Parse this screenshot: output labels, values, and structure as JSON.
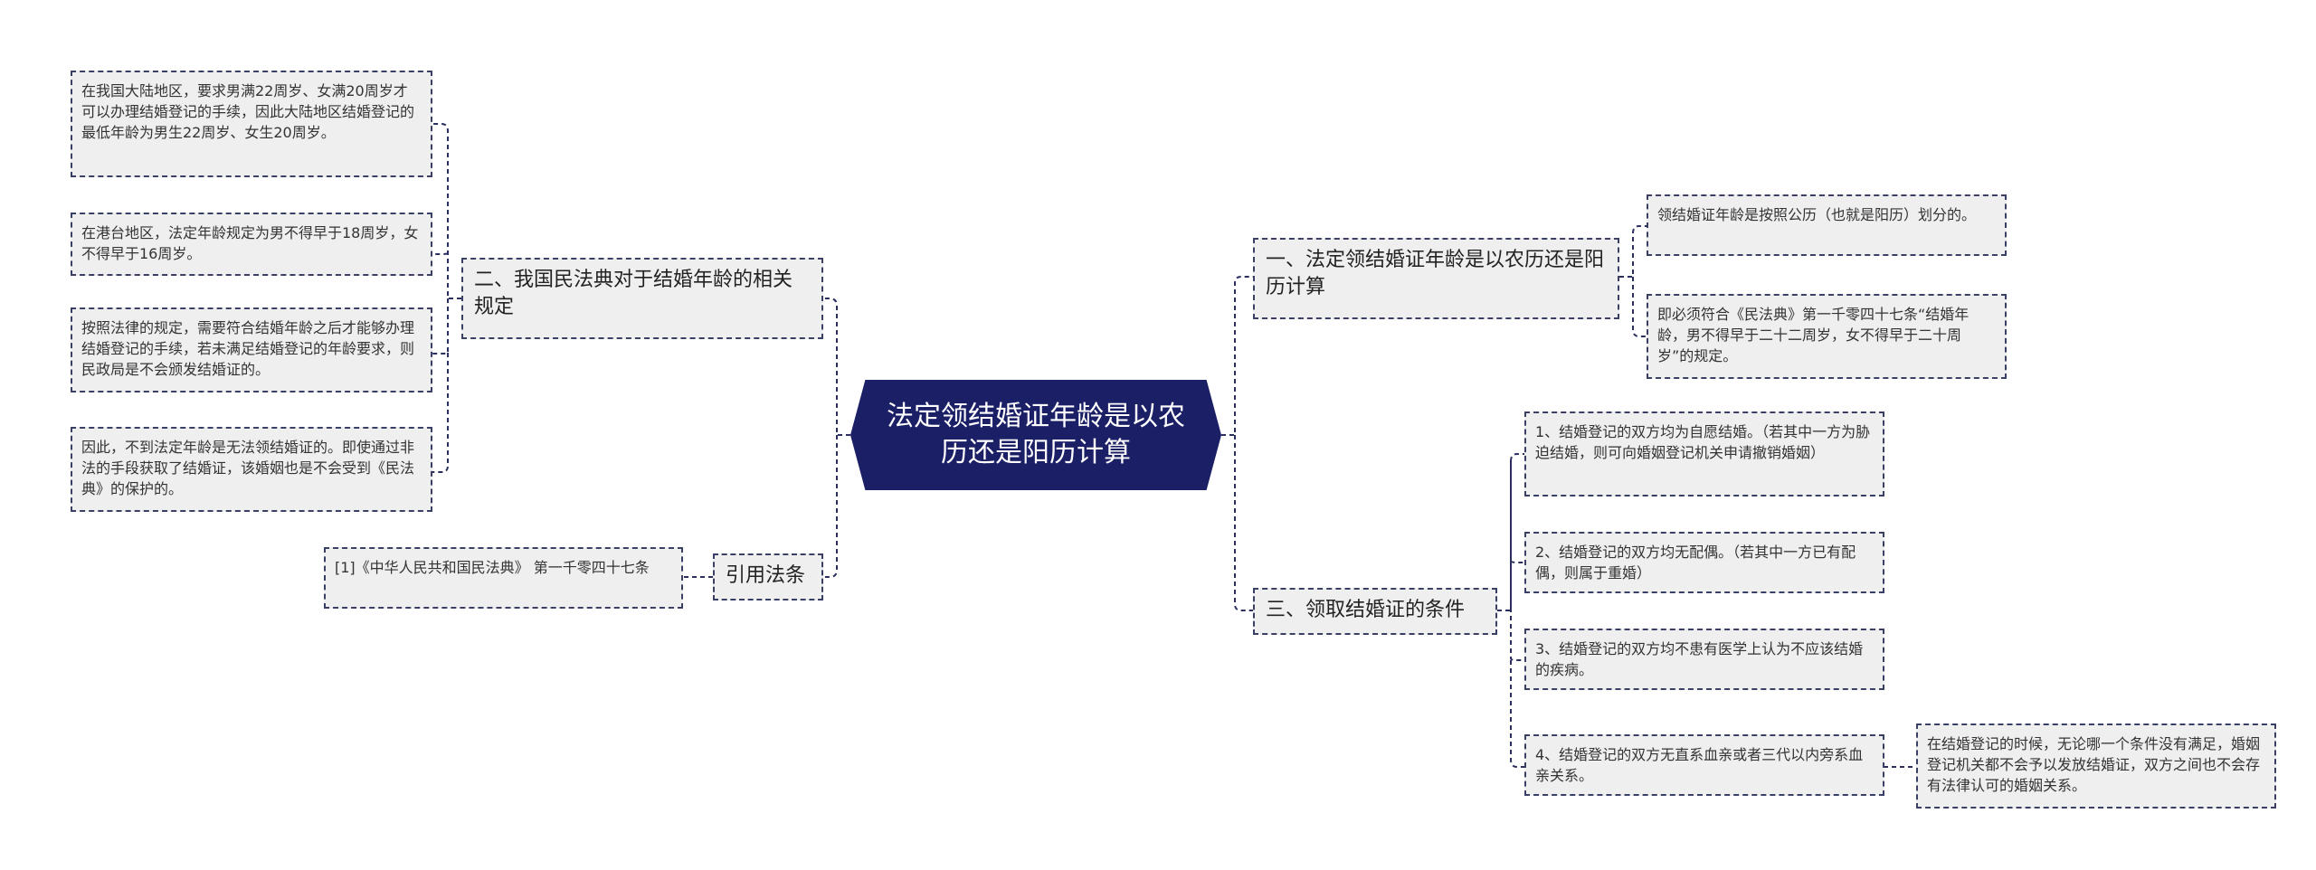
{
  "root": {
    "title": "法定领结婚证年龄是以农历还是阳历计算"
  },
  "branches": {
    "b1": "一、法定领结婚证年龄是以农历还是阳历计算",
    "b2": "二、我国民法典对于结婚年龄的相关规定",
    "b3": "三、领取结婚证的条件",
    "b4": "引用法条"
  },
  "leaves": {
    "b1_1": "领结婚证年龄是按照公历（也就是阳历）划分的。",
    "b1_2": "即必须符合《民法典》第一千零四十七条“结婚年龄，男不得早于二十二周岁，女不得早于二十周岁”的规定。",
    "b2_1": "在我国大陆地区，要求男满22周岁、女满20周岁才可以办理结婚登记的手续，因此大陆地区结婚登记的最低年龄为男生22周岁、女生20周岁。",
    "b2_2": "在港台地区，法定年龄规定为男不得早于18周岁，女不得早于16周岁。",
    "b2_3": "按照法律的规定，需要符合结婚年龄之后才能够办理结婚登记的手续，若未满足结婚登记的年龄要求，则民政局是不会颁发结婚证的。",
    "b2_4": "因此，不到法定年龄是无法领结婚证的。即使通过非法的手段获取了结婚证，该婚姻也是不会受到《民法典》的保护的。",
    "b3_1": "1、结婚登记的双方均为自愿结婚。（若其中一方为胁迫结婚，则可向婚姻登记机关申请撤销婚姻）",
    "b3_2": "2、结婚登记的双方均无配偶。（若其中一方已有配偶，则属于重婚）",
    "b3_3": "3、结婚登记的双方均不患有医学上认为不应该结婚的疾病。",
    "b3_4": "4、结婚登记的双方无直系血亲或者三代以内旁系血亲关系。",
    "b3_4_1": "在结婚登记的时候，无论哪一个条件没有满足，婚姻登记机关都不会予以发放结婚证，双方之间也不会存有法律认可的婚姻关系。",
    "b4_1": "[1]《中华人民共和国民法典》 第一千零四十七条"
  },
  "colors": {
    "root_fill": "#1b1f66",
    "node_fill": "#efefef",
    "border": "#3a3f66",
    "line": "#2a2f60"
  }
}
